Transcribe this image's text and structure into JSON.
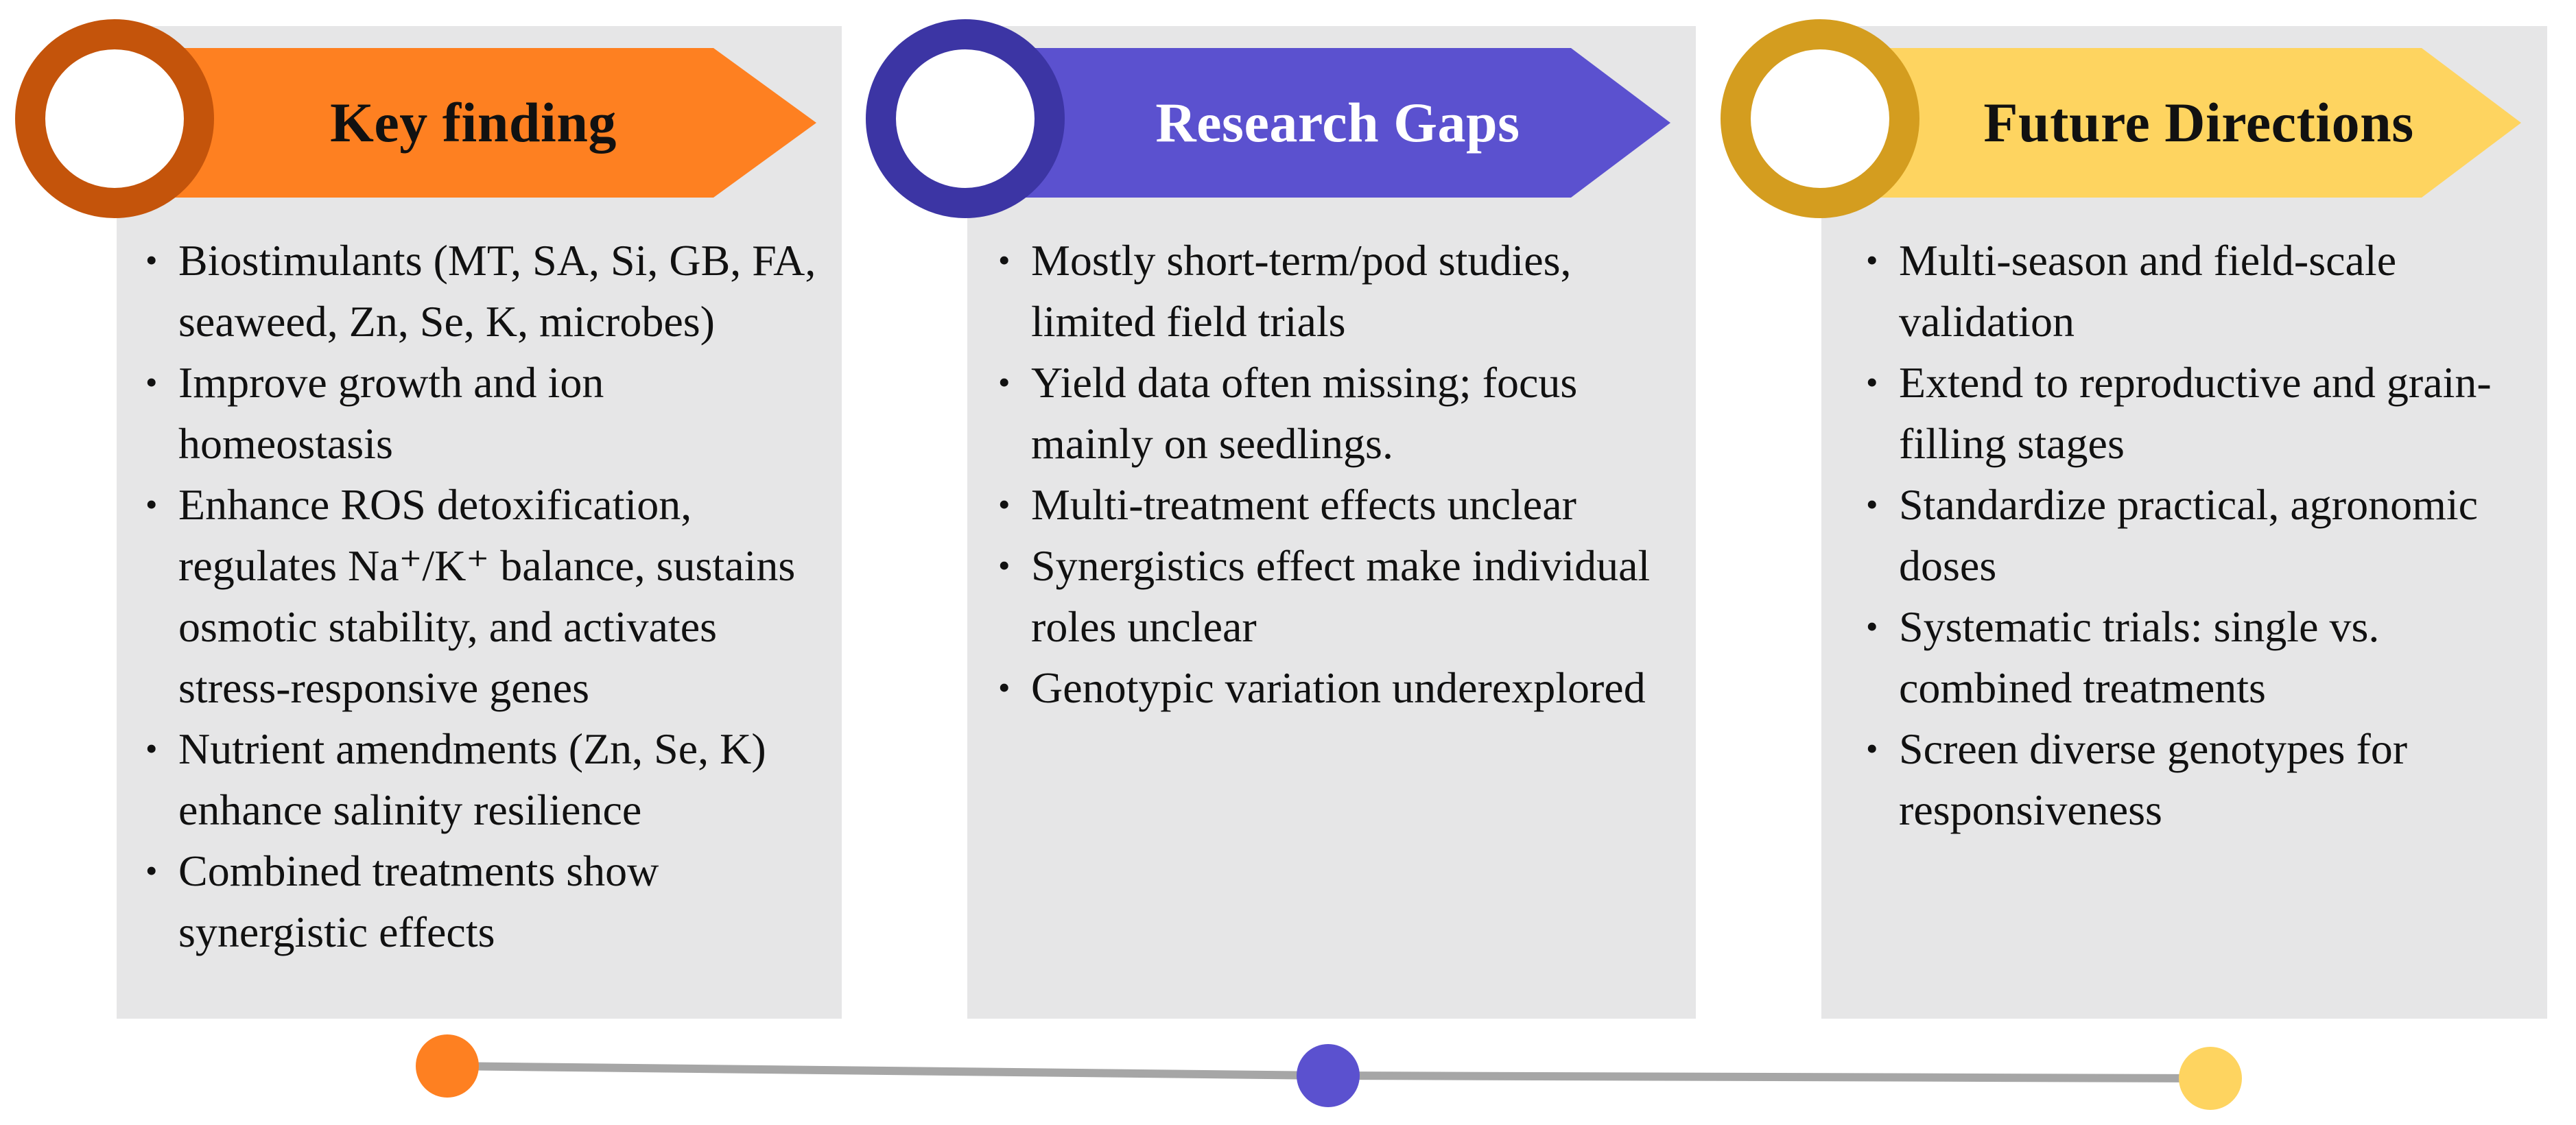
{
  "columns": [
    {
      "title": "Key finding",
      "accent": "#fe8021",
      "ring": "#c4540b",
      "title_color": "#111111",
      "items": [
        "Biostimulants (MT, SA, Si, GB, FA, seaweed, Zn, Se, K, microbes)",
        "Improve growth and ion homeostasis",
        "Enhance ROS detoxification, regulates Na⁺/K⁺ balance, sustains osmotic stability, and activates stress-responsive genes",
        "Nutrient amendments (Zn, Se, K) enhance salinity resilience",
        "Combined treatments show synergistic effects"
      ]
    },
    {
      "title": "Research Gaps",
      "accent": "#5b51cf",
      "ring": "#3c35a4",
      "title_color": "#ffffff",
      "items": [
        "Mostly short-term/pod studies, limited field trials",
        "Yield data often missing; focus mainly on seedlings.",
        "Multi-treatment effects unclear",
        "Synergistics effect make individual roles unclear",
        "Genotypic variation underexplored"
      ]
    },
    {
      "title": "Future Directions",
      "accent": "#fed460",
      "ring": "#d49d1f",
      "title_color": "#111111",
      "items": [
        "Multi-season and field-scale validation",
        "Extend to reproductive and grain-filling stages",
        "Standardize practical, agronomic doses",
        "Systematic trials: single vs. combined treatments",
        "Screen diverse genotypes for responsiveness"
      ]
    }
  ],
  "timeline": {
    "line_color": "#a6a6a6",
    "dots": [
      "#fe8021",
      "#5b51cf",
      "#fed460"
    ]
  }
}
